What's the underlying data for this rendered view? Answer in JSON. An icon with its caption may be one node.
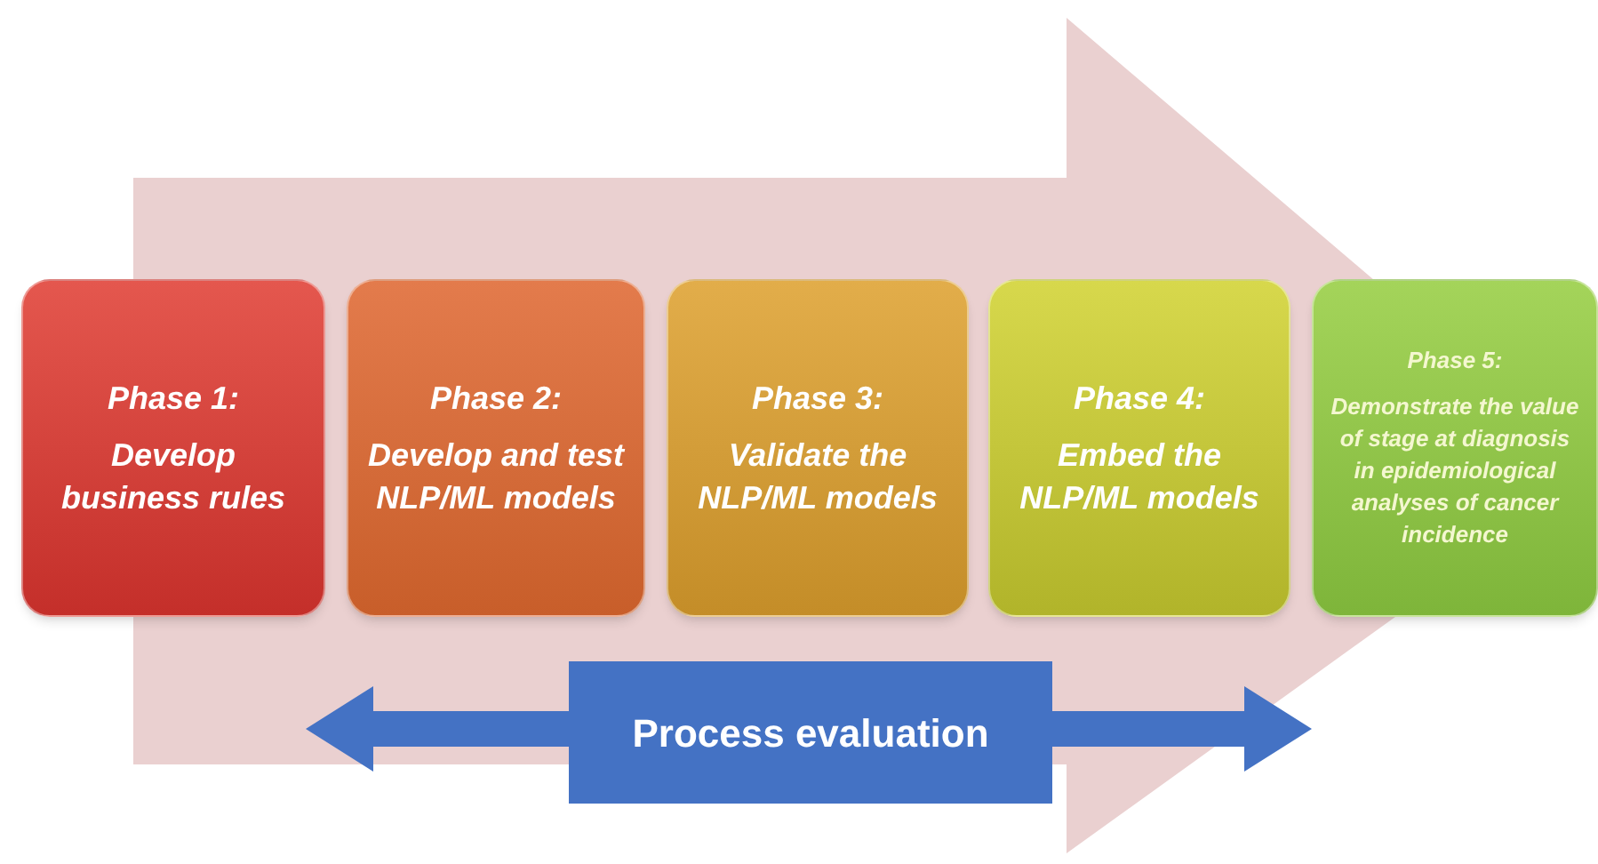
{
  "diagram": {
    "nodes": [
      {
        "text": [
          "Phase 1:",
          "Develop business rules"
        ]
      },
      {
        "text": [
          "Phase 2:",
          "Develop and test NLP/ML models"
        ]
      },
      {
        "text": [
          "Phase 3:",
          "Validate the NLP/ML models"
        ]
      },
      {
        "text": [
          "Phase 4:",
          "Embed the NLP/ML models"
        ]
      },
      {
        "text": [
          "Phase 5:",
          "Demonstrate the value of stage at diagnosis in epidemiological analyses of cancer incidence"
        ]
      },
      {
        "text": [
          "Process evaluation"
        ]
      }
    ],
    "edges": [
      {
        "from": 0,
        "to": 4,
        "arrow": "to",
        "style": "thick"
      }
    ]
  }
}
